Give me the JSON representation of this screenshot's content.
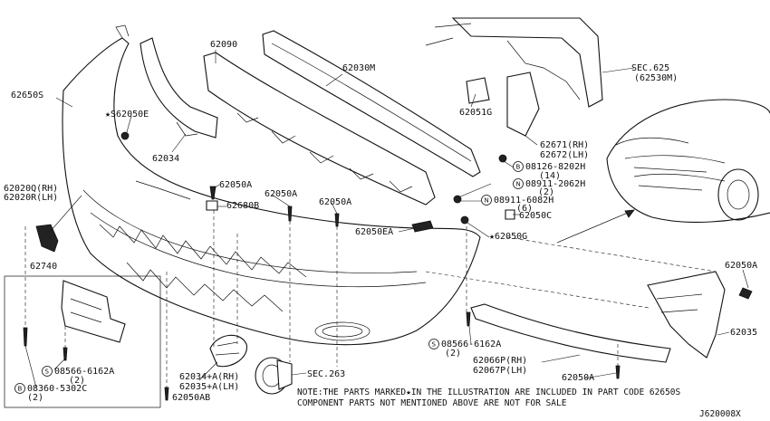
{
  "labels": {
    "l62090": "62090",
    "l62030m": "62030M",
    "l62650s": "62650S",
    "l62050e": "★S62050E",
    "l62034": "62034",
    "l62051g": "62051G",
    "lsec625": "SEC.625",
    "lsec625b": "(62530M)",
    "l62671": "62671(RH)",
    "l62672": "62672(LH)",
    "l08126": "08126-8202H",
    "l08126q": "(14)",
    "l08911a": "08911-2062H",
    "l08911aq": "(2)",
    "l08911b": "08911-6082H",
    "l08911bq": "(6)",
    "l62050c": "62050C",
    "l62020q": "62020Q(RH)",
    "l62020r": "62020R(LH)",
    "l62050a1": "62050A",
    "l62680b": "62680B",
    "l62050a2": "62050A",
    "l62050a3": "62050A",
    "l62050ea": "62050EA",
    "l62050g": "★62050G",
    "l62740": "62740",
    "l62050a4": "62050A",
    "l62035": "62035",
    "l08566a": "08566-6162A",
    "l08566aq": "(2)",
    "l08566b": "08566-6162A",
    "l08566bq": "(2)",
    "l08360": "08360-5302C",
    "l08360q": "(2)",
    "l62066p": "62066P(RH)",
    "l62067p": "62067P(LH)",
    "l62050a5": "62050A",
    "l62034a": "62034+A(RH)",
    "l62035a": "62035+A(LH)",
    "lsec263": "SEC.263",
    "l62050ab": "62050AB"
  },
  "symbols": {
    "s": "S",
    "b": "B",
    "n": "N"
  },
  "notes": {
    "line1": "NOTE:THE PARTS MARKED★IN THE ILLUSTRATION ARE INCLUDED IN PART CODE 62650S",
    "line2": "COMPONENT PARTS NOT MENTIONED ABOVE ARE NOT FOR SALE",
    "code": "J620008X"
  }
}
